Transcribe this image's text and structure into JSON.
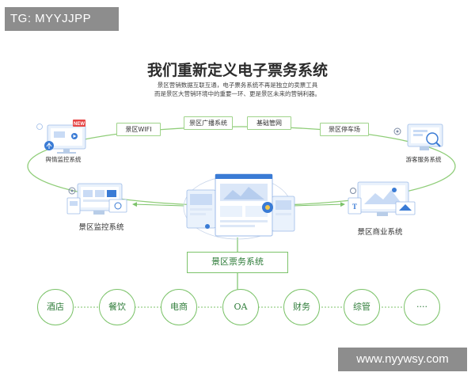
{
  "watermark": {
    "top_left": "TG: MYYJJPP",
    "bottom_right": "www.nyywsy.com"
  },
  "title": "我们重新定义电子票务系统",
  "subtitle": {
    "line1": "景区营销数据互联互通，电子票务系统不再是独立的卖票工具",
    "line2": "而是景区大营销环境中的重要一环、更是景区未来的营销利器。"
  },
  "chips": [
    "景区WIFI",
    "景区广播系统",
    "基础管网",
    "景区停车场"
  ],
  "nodes": {
    "public_opinion": "舆情监控系统",
    "tourist_service": "游客服务系统",
    "monitoring": "景区监控系统",
    "commerce": "景区商业系统"
  },
  "new_badge": "NEW",
  "center_label": "景区票务系统",
  "circles": [
    "酒店",
    "餐饮",
    "电商",
    "OA",
    "财务",
    "综管",
    "····"
  ],
  "colors": {
    "accent_green": "#7cc36a",
    "blue": "#3a7bd5",
    "text_green": "#2f7d3a"
  }
}
